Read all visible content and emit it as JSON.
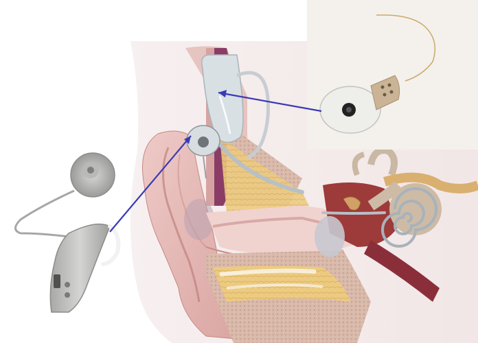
{
  "figure": {
    "components": [
      {
        "id": "external-processor",
        "icon": "behind-the-ear-sound-processor-icon"
      },
      {
        "id": "transmitter-coil",
        "icon": "magnetic-transmitter-coil-icon"
      },
      {
        "id": "internal-implant",
        "icon": "cochlear-implant-receiver-stimulator-icon"
      },
      {
        "id": "ear-anatomy",
        "icon": "ear-cross-section-icon"
      },
      {
        "id": "cochlea",
        "icon": "cochlea-spiral-icon"
      }
    ],
    "connector_color": "#3a3ab4",
    "colors": {
      "skin": "#e3b7b4",
      "skin_dark": "#c98f8c",
      "bone": "#d9c2a8",
      "fat": "#ecc97a",
      "canal": "#b07072",
      "device": "#c8c8c6",
      "device_dark": "#9a9a98",
      "implant": "#e8e8e4",
      "electrode": "#a8b2ba"
    }
  }
}
